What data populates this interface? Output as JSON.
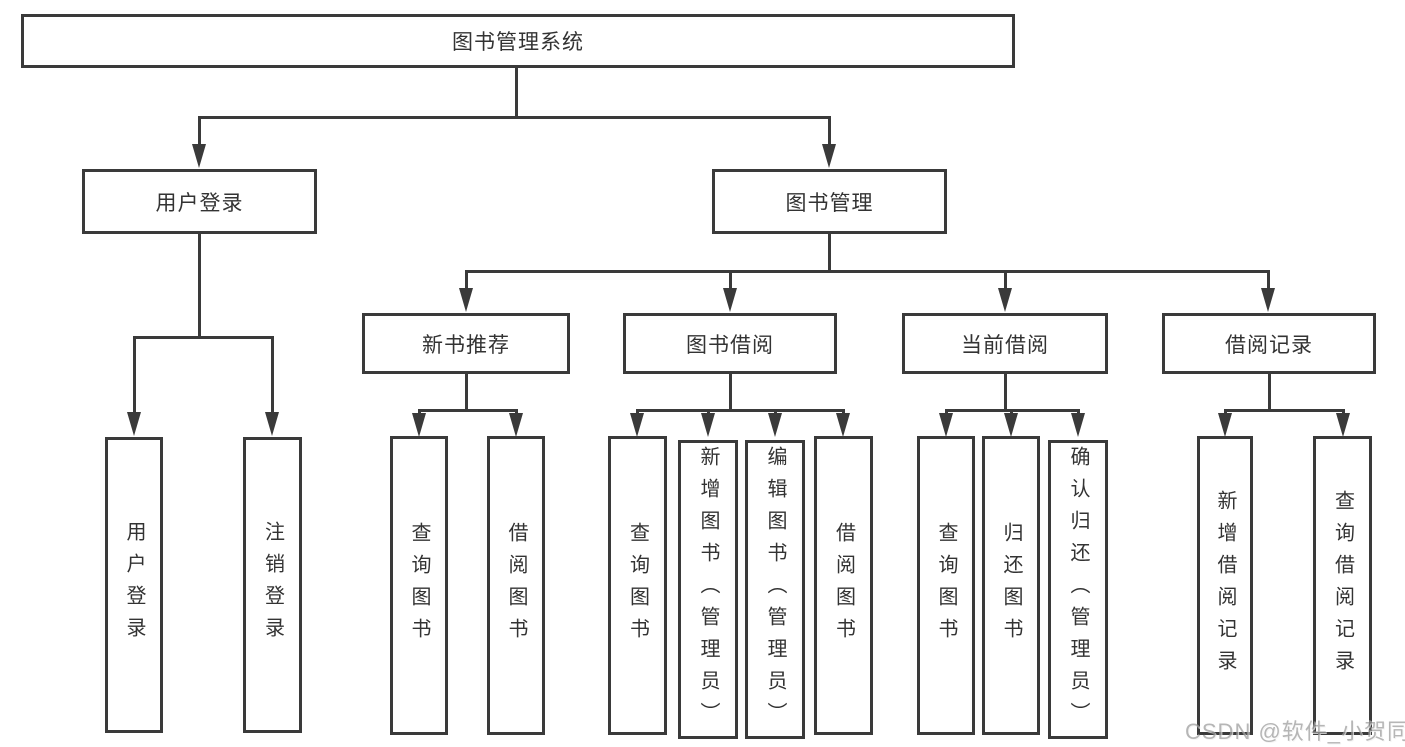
{
  "diagram": {
    "root": {
      "label": "图书管理系统"
    },
    "level2": [
      {
        "label": "用户登录"
      },
      {
        "label": "图书管理"
      }
    ],
    "level3": [
      {
        "label": "新书推荐"
      },
      {
        "label": "图书借阅"
      },
      {
        "label": "当前借阅"
      },
      {
        "label": "借阅记录"
      }
    ],
    "leaves": {
      "user_login": [
        {
          "label": "用户登录"
        },
        {
          "label": "注销登录"
        }
      ],
      "new_book_recommend": [
        {
          "label": "查询图书"
        },
        {
          "label": "借阅图书"
        }
      ],
      "book_borrow": [
        {
          "label": "查询图书"
        },
        {
          "label": "新增图书（管理员）"
        },
        {
          "label": "编辑图书（管理员）"
        },
        {
          "label": "借阅图书"
        }
      ],
      "current_borrow": [
        {
          "label": "查询图书"
        },
        {
          "label": "归还图书"
        },
        {
          "label": "确认归还（管理员）"
        }
      ],
      "borrow_records": [
        {
          "label": "新增借阅记录"
        },
        {
          "label": "查询借阅记录"
        }
      ]
    }
  },
  "watermark": {
    "text": "CSDN @软件_小贺同学"
  },
  "colors": {
    "line": "#3a3a3a",
    "text": "#333333",
    "box_bg": "#ffffff",
    "background": "#ffffff",
    "watermark": "#9e9e9e"
  }
}
